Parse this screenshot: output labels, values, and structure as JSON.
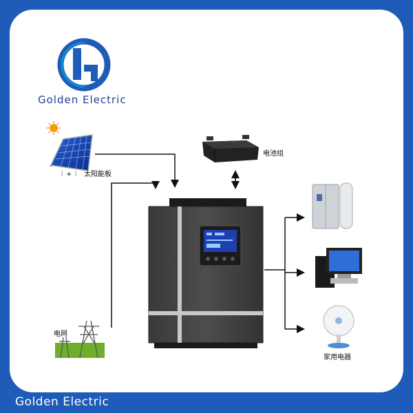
{
  "brand": {
    "name": "Golden Electric",
    "footer": "Golden Electric",
    "primary_color": "#1f5bb8",
    "accent_color": "#0a8fd0"
  },
  "labels": {
    "solar_panel": "太阳能板",
    "battery": "电池组",
    "grid": "电网",
    "appliances": "家用电器",
    "panel_minus": "-",
    "panel_plus": "+"
  }
}
